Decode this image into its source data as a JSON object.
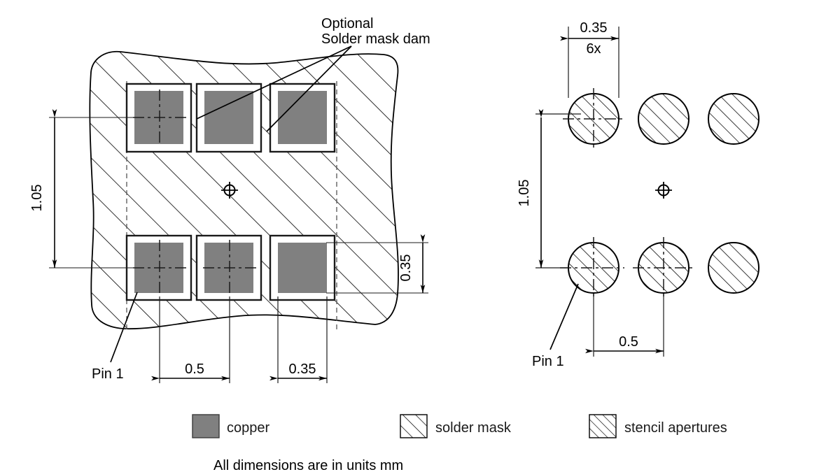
{
  "figure": {
    "caption": "All dimensions are in units mm",
    "units": "mm"
  },
  "colors": {
    "copper": "#808080",
    "line": "#000000",
    "mask_hatch": "#000000",
    "background": "#ffffff",
    "centerline": "#1a1a1a"
  },
  "annotations": {
    "optional_line1": "Optional",
    "optional_line2": "Solder mask dam",
    "pin1_left": "Pin 1",
    "pin1_right": "Pin 1"
  },
  "left_view": {
    "name": "land-pattern-view",
    "dimensions": {
      "row_pitch_vertical": "1.05",
      "pad_pitch_horizontal": "0.5",
      "pad_width": "0.35",
      "pad_height": "0.35"
    }
  },
  "right_view": {
    "name": "stencil-aperture-view",
    "dimensions": {
      "aperture_diameter": "0.35",
      "aperture_count": "6x",
      "row_pitch_vertical": "1.05",
      "aperture_pitch_horizontal": "0.5"
    }
  },
  "legend": {
    "items": [
      {
        "swatch": "copper-swatch",
        "label": "copper"
      },
      {
        "swatch": "solder-mask-swatch",
        "label": "solder mask"
      },
      {
        "swatch": "stencil-aperture-swatch",
        "label": "stencil apertures"
      }
    ]
  },
  "chart_data": {
    "type": "diagram",
    "title": "PCB land pattern and stencil aperture drawing",
    "pads": {
      "count": 6,
      "shape": "square",
      "size_mm": 0.35,
      "pitch_x_mm": 0.5,
      "pitch_y_mm": 1.05,
      "grid": "2 rows x 3 columns",
      "pin1_position": "bottom-left"
    },
    "apertures": {
      "count": 6,
      "shape": "circle",
      "diameter_mm": 0.35,
      "pitch_x_mm": 0.5,
      "pitch_y_mm": 1.05,
      "grid": "2 rows x 3 columns",
      "pin1_position": "bottom-left"
    }
  }
}
